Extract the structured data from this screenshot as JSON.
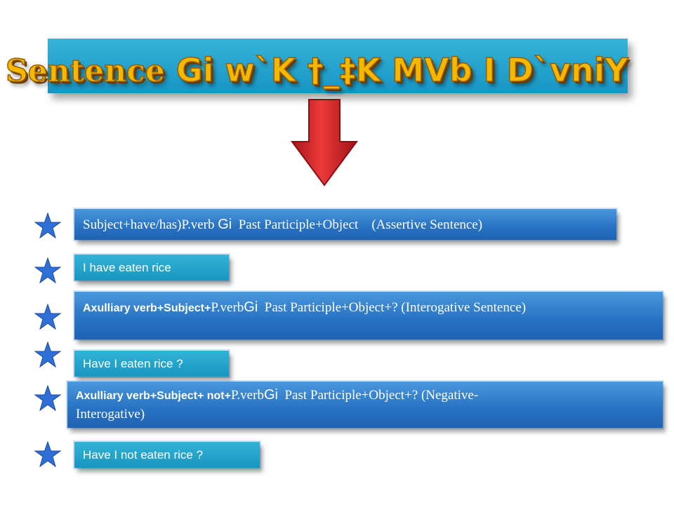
{
  "title": {
    "part1": "Sentence",
    "part2": " Gi w`K †_‡K MVb I D`vniY"
  },
  "rows": [
    {
      "pre": "Subject+have/has)P.verb ",
      "gi": "Gi",
      "post": "  Past Participle+Object    (Assertive Sentence)"
    },
    {
      "text": "I have eaten rice"
    },
    {
      "pre_sans": "Axulliary verb+Subject+",
      "pre_serif": "P.verb",
      "gi": "Gi",
      "post": "  Past Participle+Object+? (Interogative Sentence)"
    },
    {
      "text": "Have I eaten rice ?"
    },
    {
      "pre_sans": "Axulliary verb+Subject+ not+",
      "pre_serif": "P.verb",
      "gi": "Gi",
      "post": "  Past Participle+Object+? (Negative-",
      "line2": "Interogative)"
    },
    {
      "text": "Have I not eaten rice ?"
    }
  ],
  "colors": {
    "banner": "#1795c4",
    "title_text": "#f5b800",
    "box_blue": "#2a74c4",
    "box_cyan": "#1896c2",
    "arrow_red": "#d4202a",
    "star": "#2f6fd8"
  },
  "icons": {
    "arrow": "down-arrow-icon",
    "bullet": "star-icon"
  }
}
